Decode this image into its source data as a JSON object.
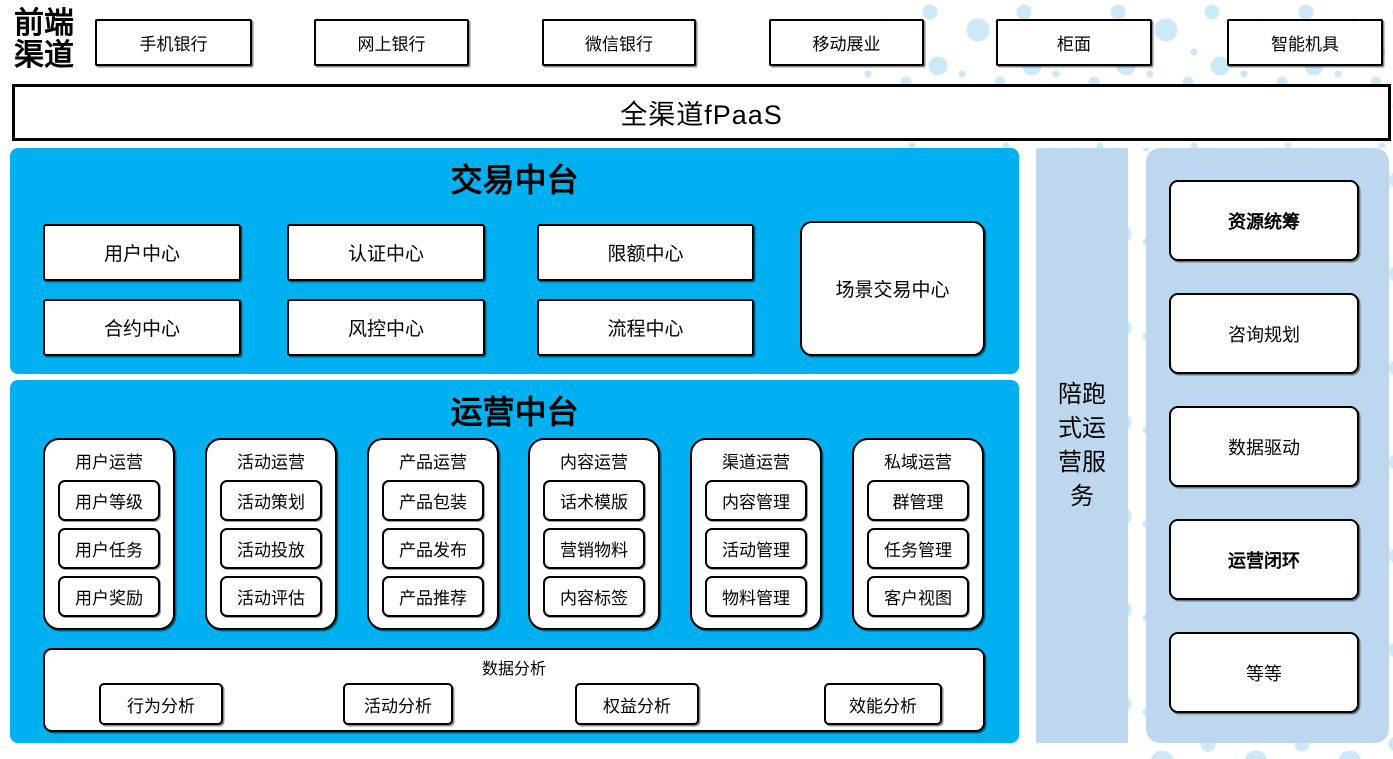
{
  "front_channels": {
    "label": "前端渠道",
    "items": [
      "手机银行",
      "网上银行",
      "微信银行",
      "移动展业",
      "柜面",
      "智能机具"
    ]
  },
  "fpaas_bar": {
    "label": "全渠道fPaaS"
  },
  "trading_platform": {
    "title": "交易中台",
    "centers": [
      "用户中心",
      "认证中心",
      "限额中心",
      "合约中心",
      "风控中心",
      "流程中心"
    ],
    "scene_center": "场景交易中心"
  },
  "operations_platform": {
    "title": "运营中台",
    "columns": [
      {
        "header": "用户运营",
        "items": [
          "用户等级",
          "用户任务",
          "用户奖励"
        ]
      },
      {
        "header": "活动运营",
        "items": [
          "活动策划",
          "活动投放",
          "活动评估"
        ]
      },
      {
        "header": "产品运营",
        "items": [
          "产品包装",
          "产品发布",
          "产品推荐"
        ]
      },
      {
        "header": "内容运营",
        "items": [
          "话术模版",
          "营销物料",
          "内容标签"
        ]
      },
      {
        "header": "渠道运营",
        "items": [
          "内容管理",
          "活动管理",
          "物料管理"
        ]
      },
      {
        "header": "私域运营",
        "items": [
          "群管理",
          "任务管理",
          "客户视图"
        ]
      }
    ],
    "data_analysis": {
      "title": "数据分析",
      "items": [
        "行为分析",
        "活动分析",
        "权益分析",
        "效能分析"
      ]
    }
  },
  "companion_service": {
    "label": "陪跑式运营服务"
  },
  "service_items": [
    "资源统筹",
    "咨询规划",
    "数据驱动",
    "运营闭环",
    "等等"
  ],
  "colors": {
    "platform_blue": "#00B0F0",
    "panel_blue": "#BDD7EE",
    "dot_blue": "#CDE9F7"
  }
}
